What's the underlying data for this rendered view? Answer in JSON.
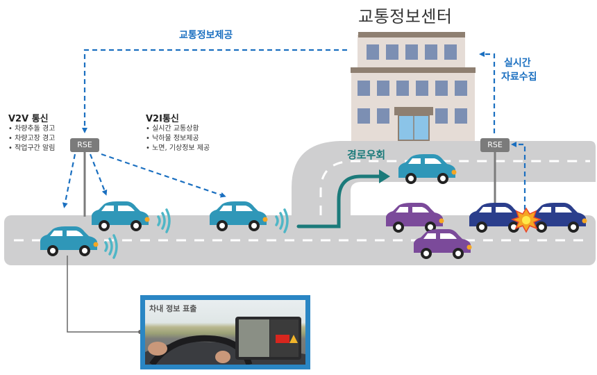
{
  "title": "교통정보센터",
  "labels": {
    "traffic_info_provide": "교통정보제공",
    "realtime_collect_line1": "실시간",
    "realtime_collect_line2": "자료수집",
    "reroute": "경로우회"
  },
  "v2v": {
    "title": "V2V 통신",
    "items": [
      "차량추돌 경고",
      "차량고장 경고",
      "작업구간 알림"
    ]
  },
  "v2i": {
    "title": "V2I통신",
    "items": [
      "실시간 교통상황",
      "낙하물 정보제공",
      "노면, 기상정보 제공"
    ]
  },
  "rse": {
    "left_label": "RSE",
    "right_label": "RSE"
  },
  "in_vehicle_panel": {
    "title": "차내 정보 표출"
  },
  "colors": {
    "link_blue": "#1a6fc0",
    "teal_arrow": "#1b7a7a",
    "car_teal": "#2f97b8",
    "car_purple": "#7b4a9a",
    "car_navy": "#2b3e8c",
    "road_gray": "#cfcfd0",
    "building": "#e5dcd6",
    "panel_border": "#2a86c4"
  }
}
